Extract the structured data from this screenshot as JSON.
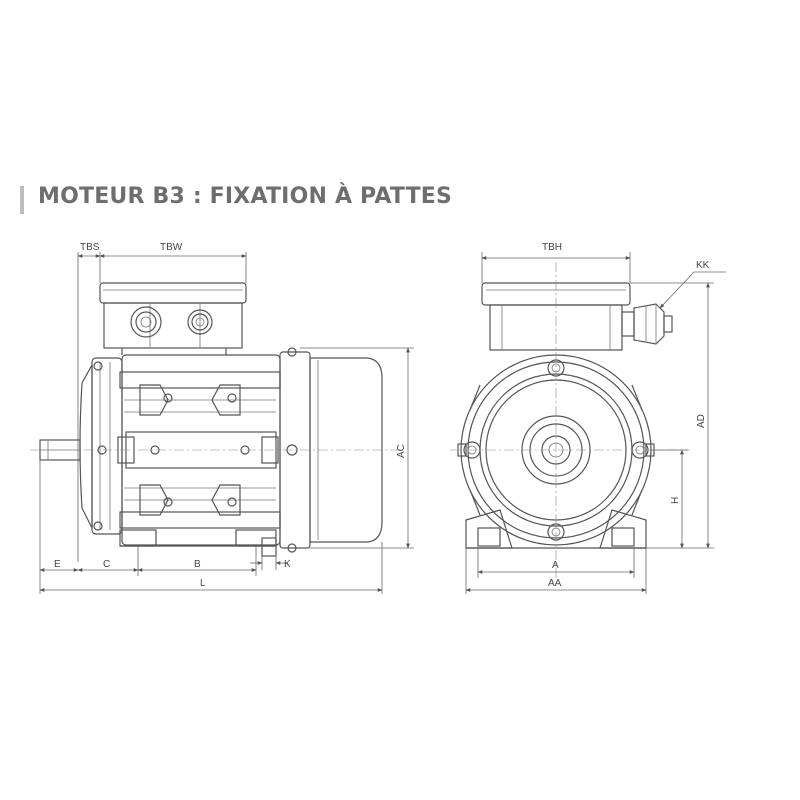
{
  "title": "MOTEUR B3 : FIXATION À PATTES",
  "labels": {
    "tbs": "TBS",
    "tbw": "TBW",
    "tbh": "TBH",
    "kk": "KK",
    "ac": "AC",
    "ad": "AD",
    "h": "H",
    "e": "E",
    "c": "C",
    "b": "B",
    "k": "K",
    "l": "L",
    "a": "A",
    "aa": "AA"
  }
}
